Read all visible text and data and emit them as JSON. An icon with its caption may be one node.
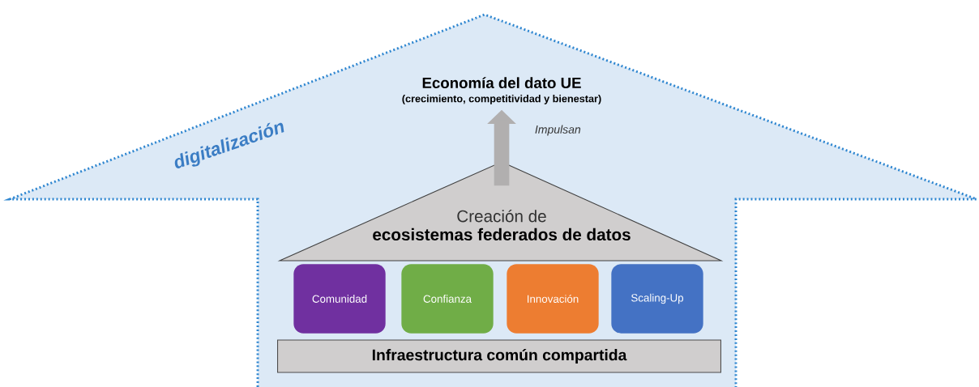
{
  "diagram": {
    "nodes": [
      {
        "text": [
          "digitalización"
        ]
      },
      {
        "text": [
          "Economía del dato UE",
          "(crecimiento, competitividad y bienestar)"
        ],
        "in": 0
      },
      {
        "text": [
          "Creación de",
          "ecosistemas federados de datos"
        ],
        "in": 0
      },
      {
        "text": [
          "Comunidad"
        ],
        "in": 0
      },
      {
        "text": [
          "Confianza"
        ],
        "in": 0
      },
      {
        "text": [
          "Innovación"
        ],
        "in": 0
      },
      {
        "text": [
          "Scaling-Up"
        ],
        "in": 0
      },
      {
        "text": [
          "Infraestructura común compartida"
        ],
        "in": 0
      }
    ],
    "edges": [
      {
        "from": 2,
        "to": 1,
        "arrow": "to",
        "label": "Impulsan"
      }
    ]
  }
}
